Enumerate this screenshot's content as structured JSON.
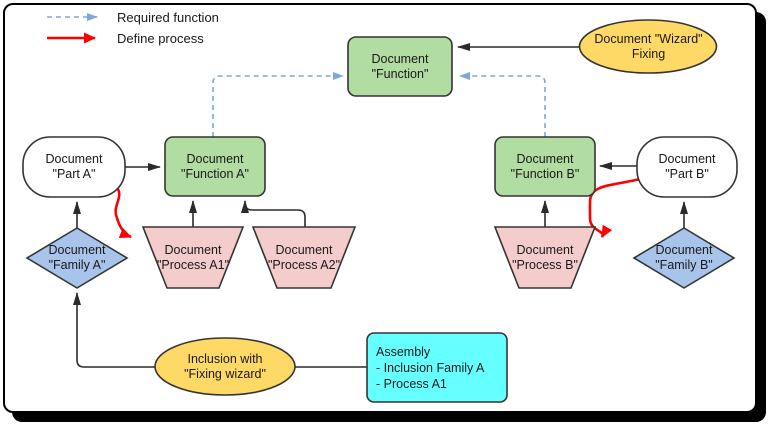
{
  "legend": {
    "items": [
      {
        "label": "Required function",
        "color": "#7ea6e0",
        "style": "dashed"
      },
      {
        "label": "Define process",
        "color": "#ff0000",
        "style": "solid"
      }
    ]
  },
  "colors": {
    "connector": "#2b2b2b",
    "node_stroke": "#343434",
    "green": "#b1dda2",
    "pink": "#f4cccc",
    "blue": "#a9c4eb",
    "yellow": "#ffd966",
    "cyan": "#66ffff",
    "white": "#ffffff"
  },
  "nodes": {
    "function": {
      "line1": "Document",
      "line2": "\"Function\"",
      "fill": "#b1dda2"
    },
    "wizard_fixing": {
      "line1": "Document \"Wizard\"",
      "line2": "Fixing",
      "fill": "#ffd966"
    },
    "part_a": {
      "line1": "Document",
      "line2": "\"Part A\"",
      "fill": "#ffffff"
    },
    "function_a": {
      "line1": "Document",
      "line2": "\"Function A\"",
      "fill": "#b1dda2"
    },
    "process_a1": {
      "line1": "Document",
      "line2": "\"Process A1\"",
      "fill": "#f4cccc"
    },
    "process_a2": {
      "line1": "Document",
      "line2": "\"Process A2\"",
      "fill": "#f4cccc"
    },
    "family_a": {
      "line1": "Document",
      "line2": "\"Family A\"",
      "fill": "#a9c4eb"
    },
    "function_b": {
      "line1": "Document",
      "line2": "\"Function B\"",
      "fill": "#b1dda2"
    },
    "part_b": {
      "line1": "Document",
      "line2": "\"Part B\"",
      "fill": "#ffffff"
    },
    "process_b": {
      "line1": "Document",
      "line2": "\"Process B\"",
      "fill": "#f4cccc"
    },
    "family_b": {
      "line1": "Document",
      "line2": "\"Family B\"",
      "fill": "#a9c4eb"
    },
    "inclusion": {
      "line1": "Inclusion with",
      "line2": "\"Fixing wizard\"",
      "fill": "#ffd966"
    },
    "assembly": {
      "line1": "Assembly",
      "line2": "- Inclusion Family A",
      "line3": "- Process A1",
      "fill": "#66ffff"
    }
  }
}
